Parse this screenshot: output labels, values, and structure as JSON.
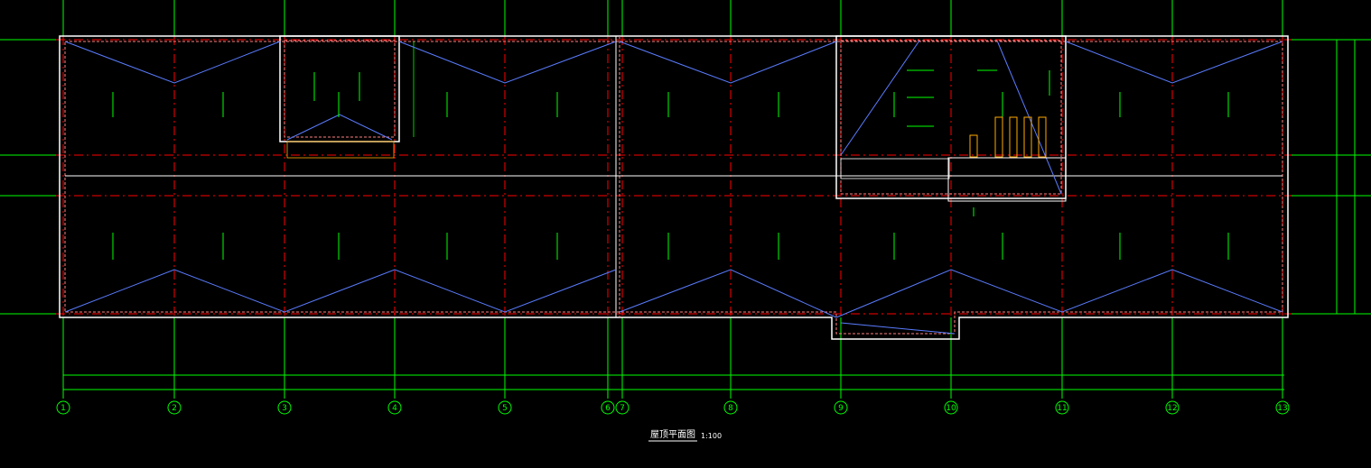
{
  "drawing": {
    "title": "屋顶平面图",
    "scale": "1:100",
    "axis_labels": [
      "1",
      "2",
      "3",
      "4",
      "5",
      "6",
      "7",
      "8",
      "9",
      "10",
      "11",
      "12",
      "13"
    ],
    "colors": {
      "background": "#000000",
      "axis_line": "#ff0000",
      "dimension": "#00ff00",
      "ridge": "#5a7cff",
      "wall": "#ffffff",
      "parapet": "#ff6060",
      "stair": "#ffaa00"
    }
  }
}
